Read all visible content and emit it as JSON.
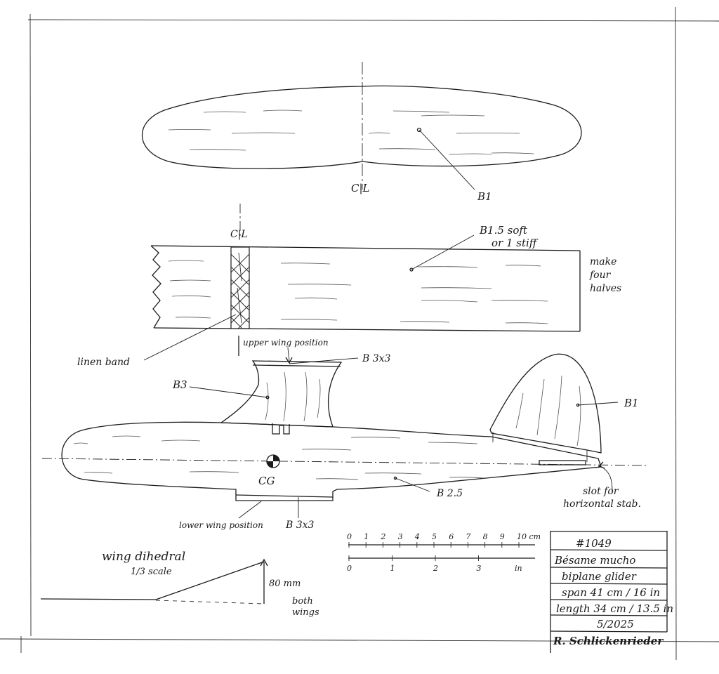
{
  "top_wing": {
    "centerline_label": "C|L",
    "material_label": "B1"
  },
  "panel": {
    "centerline_label": "C|L",
    "material_label_line1": "B1.5 soft",
    "material_label_line2": "or 1 stiff",
    "note_line1": "make",
    "note_line2": "four",
    "note_line3": "halves",
    "band_label": "linen band"
  },
  "fuselage": {
    "upper_wing_label": "upper wing position",
    "upper_spar_label": "B 3x3",
    "pylon_label": "B3",
    "fin_label": "B1",
    "body_label": "B 2.5",
    "cg_label": "CG",
    "slot_label_line1": "slot for",
    "slot_label_line2": "horizontal stab.",
    "lower_wing_label": "lower wing position",
    "lower_spar_label": "B 3x3"
  },
  "dihedral": {
    "title": "wing dihedral",
    "scale": "1/3 scale",
    "height": "80 mm",
    "note_line1": "both",
    "note_line2": "wings"
  },
  "scale_bar": {
    "cm_ticks": [
      "0",
      "1",
      "2",
      "3",
      "4",
      "5",
      "6",
      "7",
      "8",
      "9",
      "10 cm"
    ],
    "in_ticks": [
      "0",
      "1",
      "2",
      "3",
      "in"
    ]
  },
  "title_block": {
    "number": "#1049",
    "name_line1": "Bésame mucho",
    "name_line2": "biplane glider",
    "span": "span 41 cm / 16 in",
    "length": "length 34 cm / 13.5 in",
    "date": "5/2025",
    "signature": "R. Schlickenrieder"
  }
}
